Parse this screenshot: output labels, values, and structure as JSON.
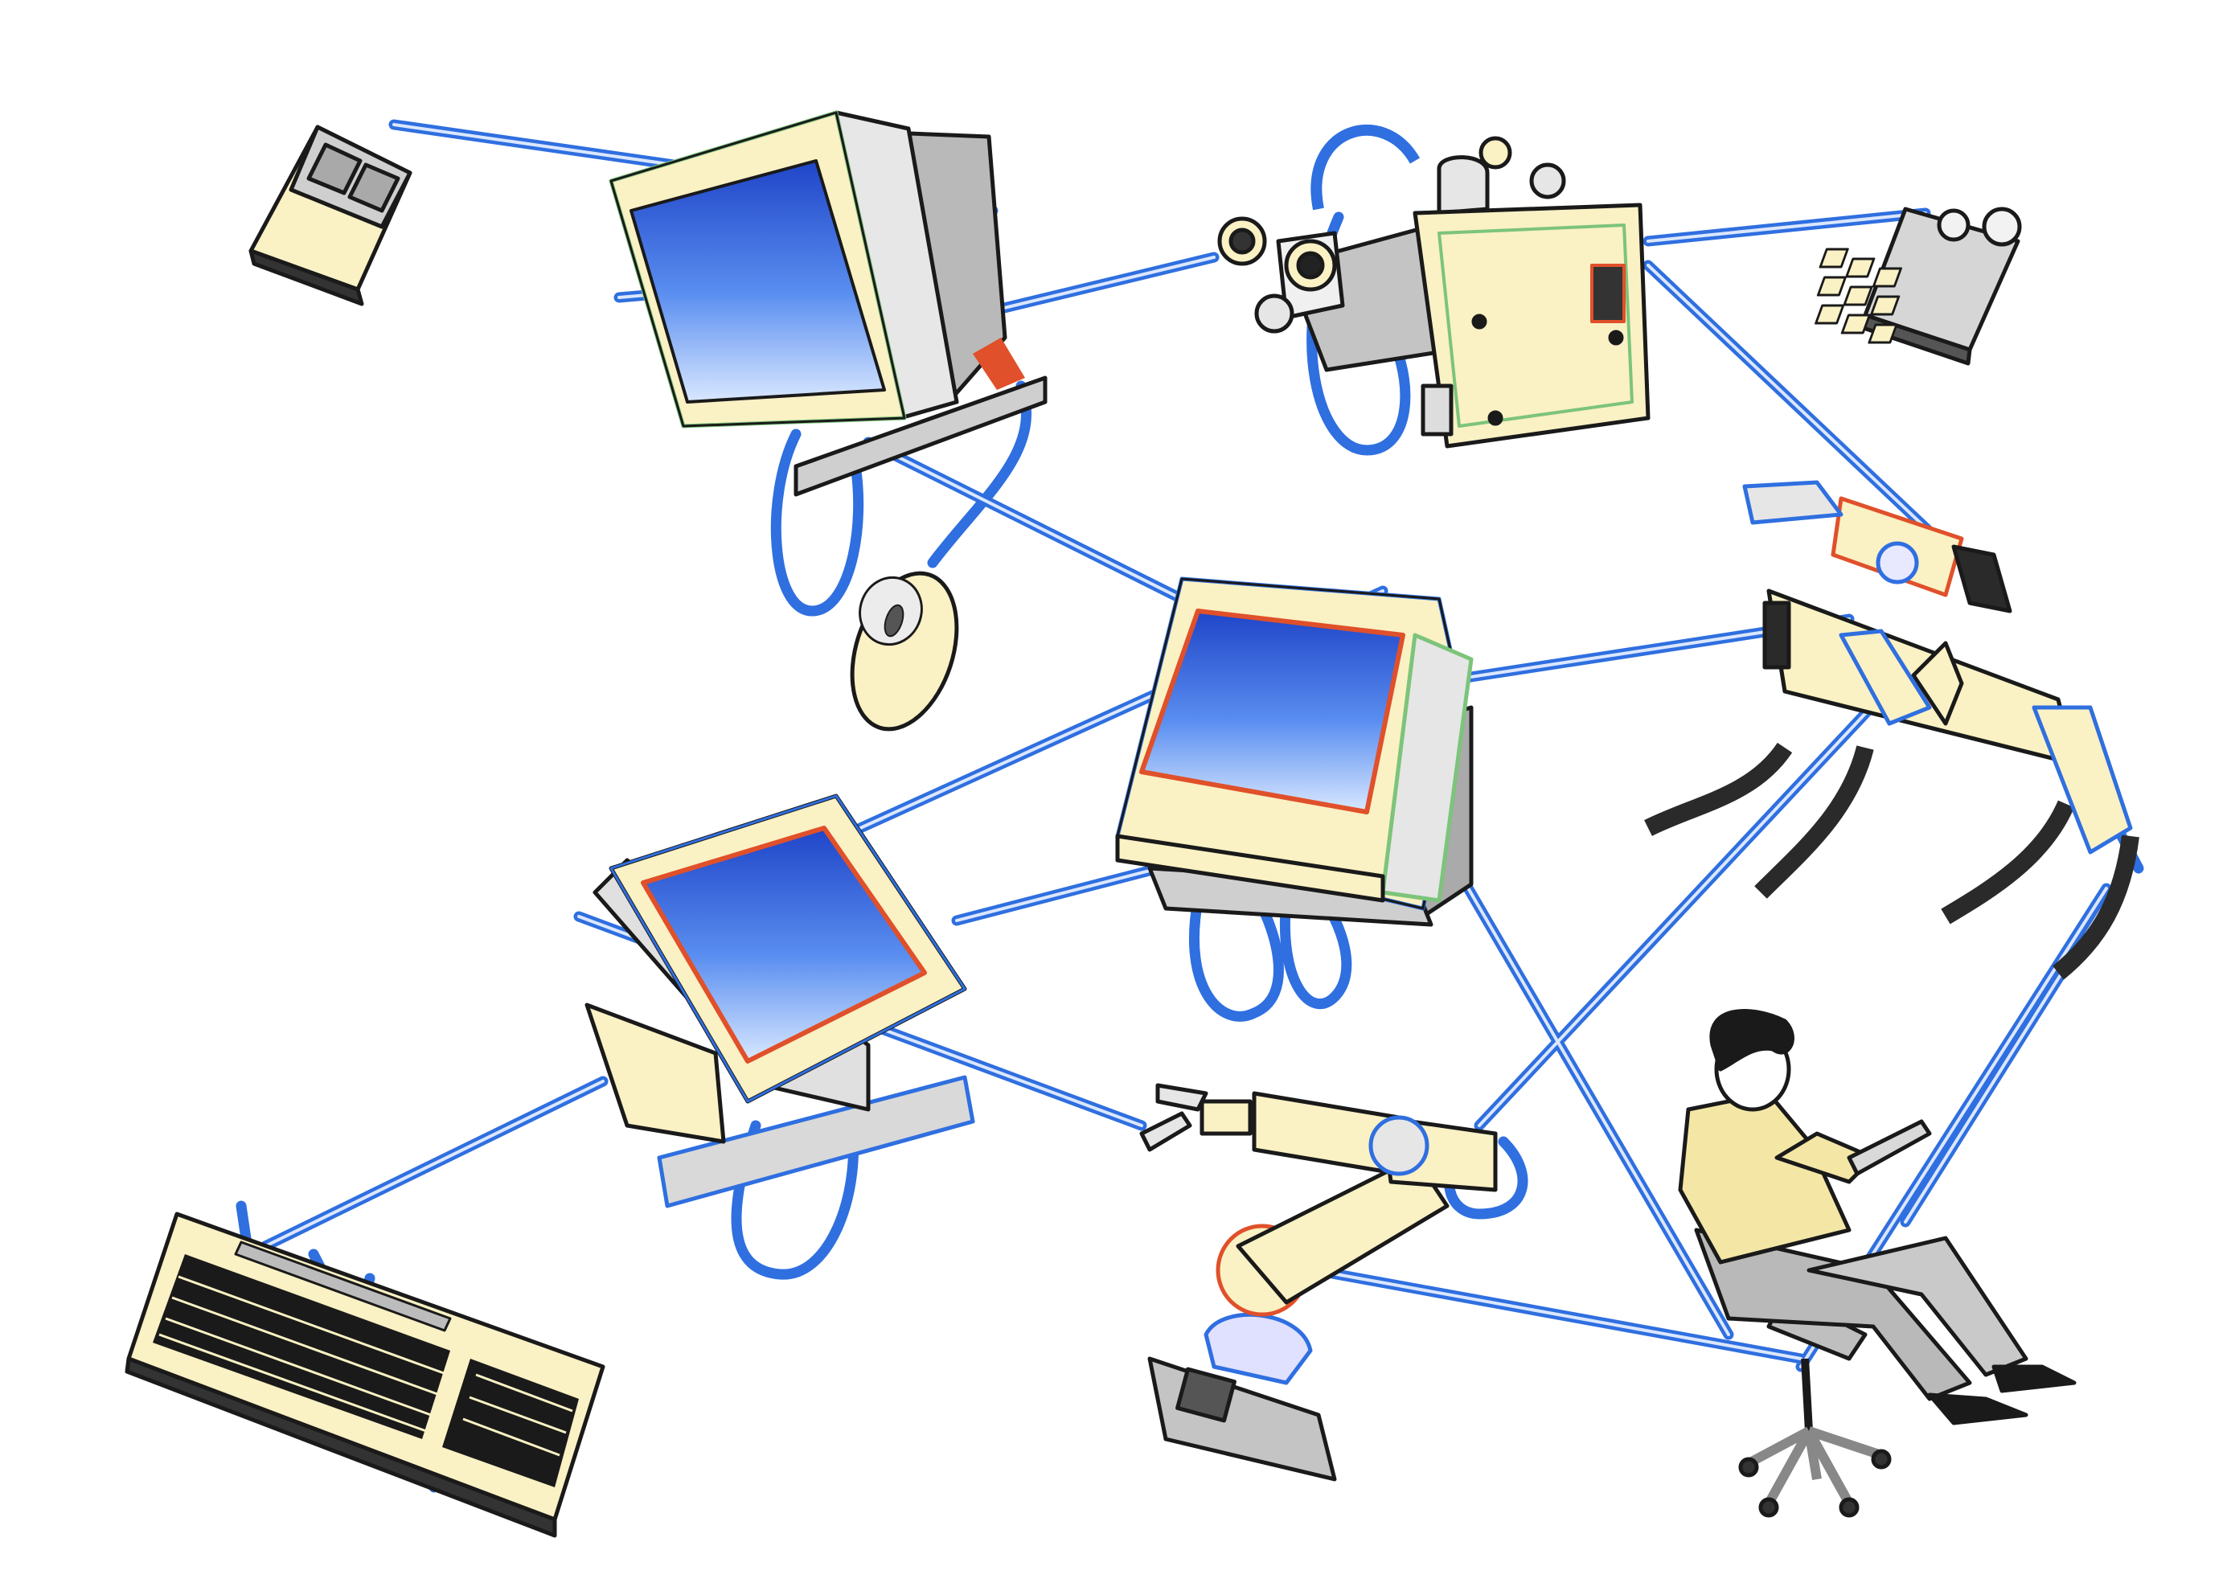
{
  "illustration": {
    "subject": "networked-hardware-illustration",
    "palette": {
      "cable": "#2f6fe0",
      "cable_light": "#dbe7ff",
      "casing": "#faf1c4",
      "casing_dark": "#e9dd9f",
      "screen_top": "#1f45c8",
      "screen_bottom": "#cfe3ff",
      "accent_red": "#e0502a",
      "accent_green": "#7cc47a",
      "ink": "#1a1a1a",
      "robot_dark": "#2a2a2a",
      "shirt": "#f4e7a6",
      "pants": "#b9b9b9"
    },
    "objects": [
      {
        "name": "crt-monitor",
        "count": 3
      },
      {
        "name": "vr-headset",
        "count": 1
      },
      {
        "name": "keyboard",
        "count": 1
      },
      {
        "name": "mouse",
        "count": 2
      },
      {
        "name": "keypad",
        "count": 1
      },
      {
        "name": "robot-dog",
        "count": 1
      },
      {
        "name": "robot-arm",
        "count": 1
      },
      {
        "name": "seated-person-with-tablet",
        "count": 1
      }
    ]
  }
}
